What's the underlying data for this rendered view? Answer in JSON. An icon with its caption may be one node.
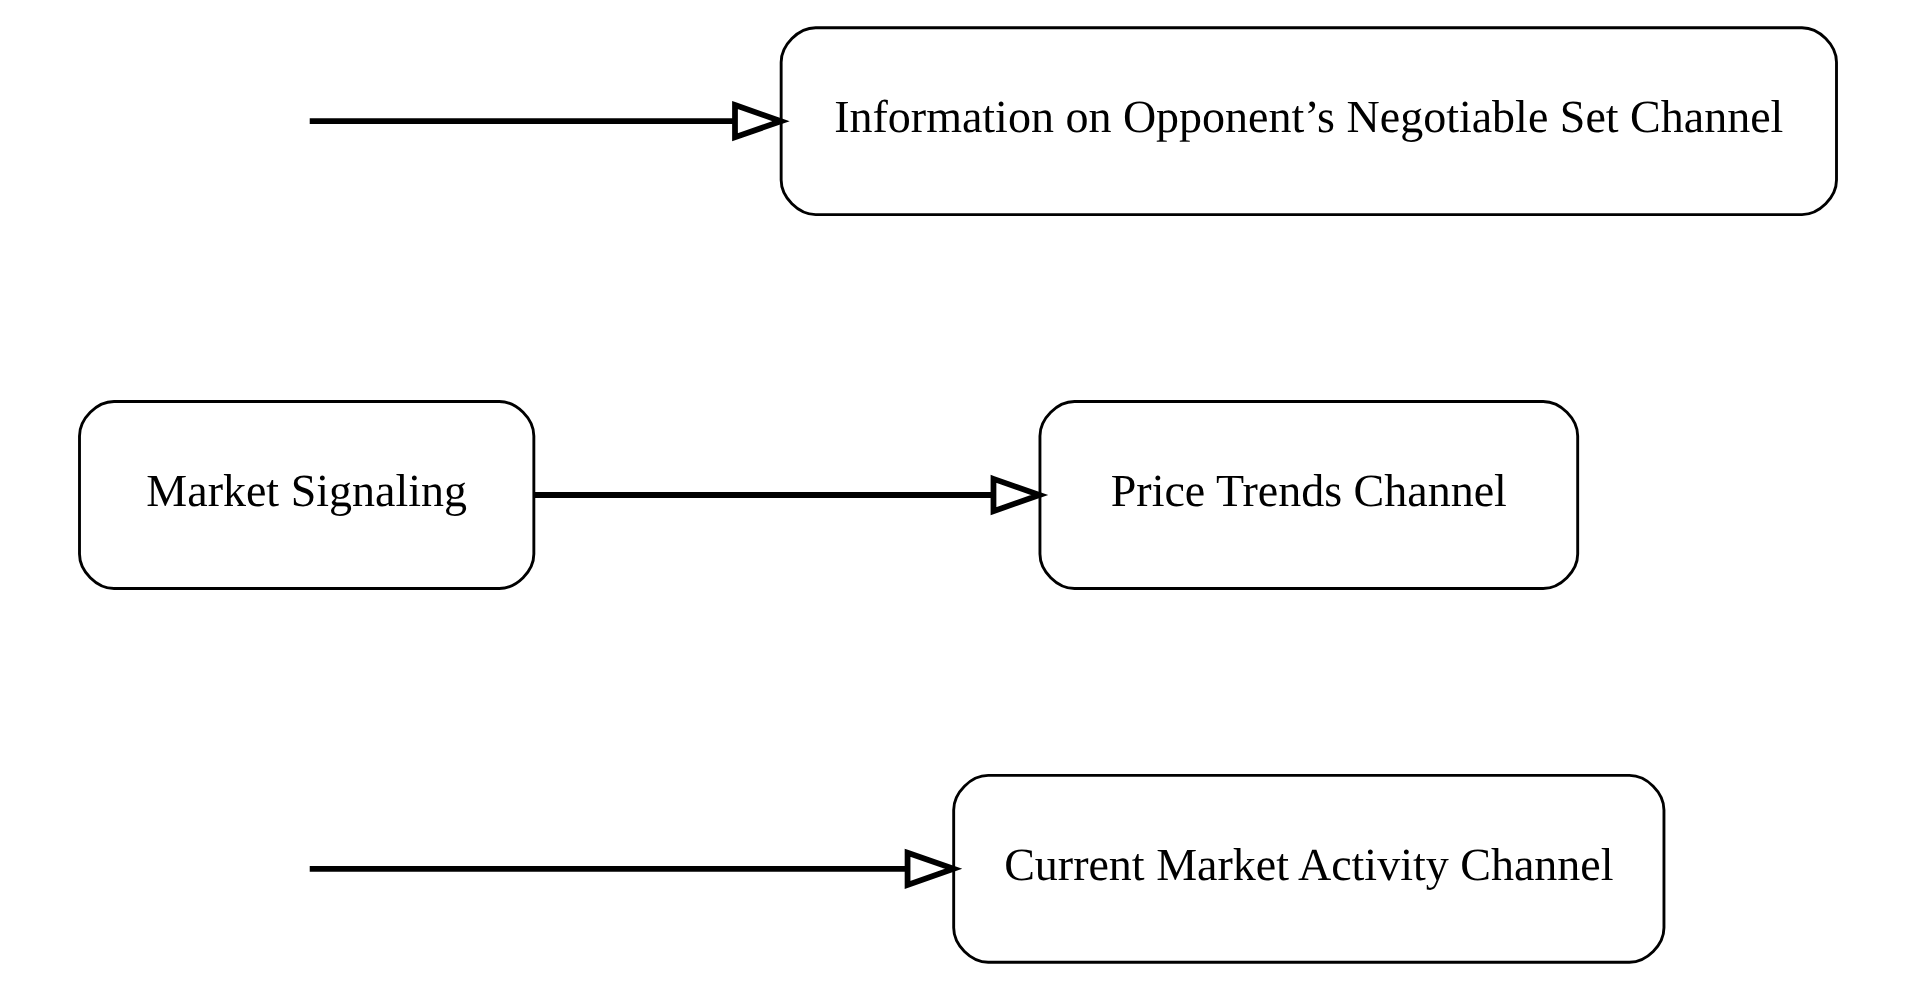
{
  "diagram": {
    "nodes": [
      {
        "text": [
          "Current Market Activity Channel"
        ]
      },
      {
        "text": [
          "Market Signaling"
        ]
      },
      {
        "text": [
          "Price Trends Channel"
        ]
      },
      {
        "text": [
          "Information on Opponent’s Negotiable Set Channel"
        ]
      }
    ],
    "edges": [
      {
        "from": null,
        "to": 0,
        "arrow": "to"
      },
      {
        "from": 1,
        "to": 2,
        "arrow": "to"
      },
      {
        "from": null,
        "to": 3,
        "arrow": "to"
      }
    ]
  }
}
